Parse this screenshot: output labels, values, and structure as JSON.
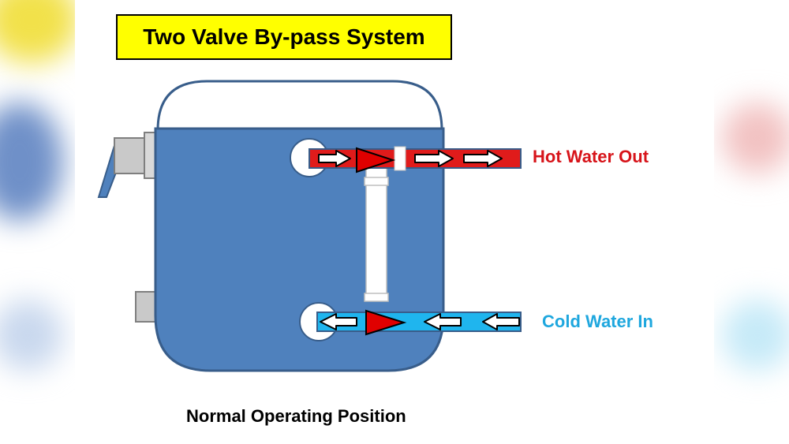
{
  "title": "Two Valve By-pass System",
  "labels": {
    "hot_water": "Hot Water Out",
    "cold_water": "Cold Water In"
  },
  "caption": "Normal Operating Position",
  "colors": {
    "tank_body": "#4f81bd",
    "tank_outline": "#385d8a",
    "hot_pipe": "#e01b1b",
    "hot_text": "#d7141a",
    "cold_pipe": "#1fb5ee",
    "cold_text": "#1fa7de",
    "valve": "#e00000",
    "title_bg": "#ffff00"
  }
}
